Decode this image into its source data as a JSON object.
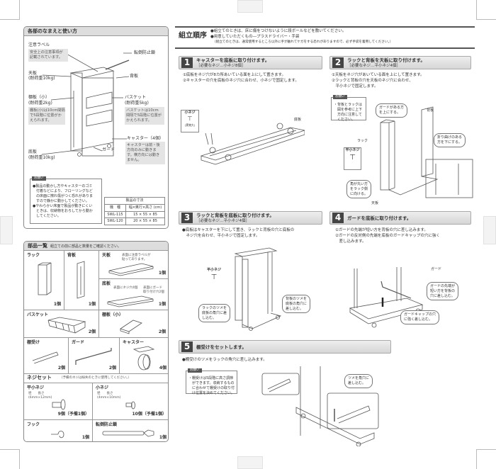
{
  "names_panel": {
    "title": "各部のなまえと使い方",
    "labels": {
      "caution_label": "注意ラベル",
      "caution_note": "安全上の注意事項が\n記載されています。",
      "chain": "転倒防止鎖",
      "top": "天板",
      "top_load": "(耐荷重10kg)",
      "back": "背板",
      "shelf": "棚板（小）",
      "shelf_load": "(耐荷重2kg)",
      "shelf_note": "棚板(小)は10cm間隔\nで5段階に位置がか\nえられます。",
      "basket": "バスケット",
      "basket_load": "(耐荷重5kg)",
      "basket_note": "バスケットは10cm\n間隔で5段階に位置が\nかえられます。",
      "caster": "キャスター（4個）",
      "caster_note": "キャスターは前・後\n方向のみに動きま\nす。横方向には動き\nません。",
      "bottom": "底板",
      "bottom_load": "(耐荷重10kg)",
      "guard": "ガード"
    },
    "notice": {
      "tag": "お願い",
      "items": [
        "●製品の動かし方やキャスターのゴミ\n　付着などにより、フローリングなど\n　の床面に擦れ傷がつく恐れがありま\n　すので静かに動かしてください。",
        "●やわらかい床面で製品が動きにくい\n　ときは、収納物をおろしてから動か\n　してください。"
      ]
    },
    "dimensions": {
      "title": "製品の寸法",
      "headers": [
        "機　種",
        "幅×奥行×高さ (cm)"
      ],
      "rows": [
        [
          "SWL-115",
          "15 × 55 × 85"
        ],
        [
          "SWL-120",
          "20 × 55 × 85"
        ]
      ]
    }
  },
  "parts_panel": {
    "title": "部品一覧",
    "subtitle": "組立ての前に部品と数量をご確認ください。",
    "parts": [
      {
        "name": "ラック",
        "qty": "1個"
      },
      {
        "name": "背板",
        "qty": "1個"
      },
      {
        "name": "天板",
        "qty": "1個",
        "note": "表面に注意ラベルが\n貼ってあります。"
      },
      {
        "name": "底板",
        "qty": "1個",
        "note": "表面にネジ穴4個",
        "note2": "表面にガード\n取り付け穴2個"
      },
      {
        "name": "バスケット",
        "qty": "2個"
      },
      {
        "name": "棚板（小）",
        "qty": "2個"
      },
      {
        "name": "棚受け",
        "qty": "2個"
      },
      {
        "name": "ガード",
        "qty": "2個"
      },
      {
        "name": "キャスター",
        "qty": "4個"
      }
    ],
    "screw_set": {
      "title": "ネジセット",
      "note": "（予備のネジは紛失のときに使用してください。）",
      "items": [
        {
          "name": "平小ネジ",
          "spec": "径　　長さ\n(6mm×12mm)",
          "qty": "9個（予備1個）"
        },
        {
          "name": "小ネジ",
          "spec": "径　　長さ\n(4mm×10mm)",
          "qty": "10個（予備1個）"
        }
      ]
    },
    "extras": [
      {
        "name": "フック",
        "qty": "1個"
      },
      {
        "name": "転倒防止鎖",
        "qty": "1個"
      }
    ]
  },
  "assembly": {
    "title": "組立順序",
    "notes": [
      "●組立てのときは、床に傷をつけないように段ボールなどを敷いてください。",
      "●用意していただくもの―プラスドライバー・手袋",
      "（組立てのときは、通常使用するところ以外に手が触れてケガをする恐れがありますので、必ず手袋を着用してください。）"
    ],
    "steps": [
      {
        "num": "1",
        "title": "キャスターを底板に取り付けます。",
        "sub": "［必要なネジ…小ネジ8個］",
        "text": "①底板をネジ穴が8カ所あいている面を上にして置きます。\n②キャスターの穴を底板のネジ穴に合わせ、小ネジで固定します。",
        "labels": {
          "screw": "小ネジ",
          "actual": "(実物大)",
          "bottom": "底板"
        }
      },
      {
        "num": "2",
        "title": "ラックと背板を天板に取り付けます。",
        "sub": "［必要なネジ…平小ネジ4個］",
        "text": "①天板をネジ穴があいている面を上にして置きます。\n②ラックと背板の穴を天板のネジ穴に合わせ、\n　平小ネジで固定します。",
        "notice_tag": "お願い",
        "notice": "・背板とラックは\n　図を参考に上下\n　方向に注意して\n　ください。",
        "labels": {
          "rack": "ラック",
          "back": "背板",
          "top": "天板",
          "screw": "平小ネジ",
          "b1": "ガードがある方\nを上にする。",
          "b2": "折り曲げのある\n方を下にする。",
          "b3": "角が丸い方\nをラック側\nに向ける。"
        }
      },
      {
        "num": "3",
        "title": "ラックと背板を底板に取り付けます。",
        "sub": "［必要なネジ…平小ネジ4個］",
        "text": "●底板はキャスターを下にして置き、ラックと背板の穴と底板の\n　ネジ穴を合わせ、平小ネジで固定します。",
        "labels": {
          "screw": "平小ネジ",
          "b1": "ラックのツメを\n底板の角穴に差\nし込む。",
          "b2": "背板のツメを\n底板の角穴に\n差し込む。"
        }
      },
      {
        "num": "4",
        "title": "ガードを底板に取り付けます。",
        "sub": "",
        "text": "①ガードの先端が短い方を背板の穴に差し込みます。\n②ガードの反対側の先端を底板のガードキャップの穴に強く\n　差し込みます。",
        "labels": {
          "guard": "ガード",
          "b1": "ガードの先端が\n短い方を背板の\n穴に差し込む。",
          "b2": "ガードキャップの穴\nに強く差し込む。"
        }
      },
      {
        "num": "5",
        "title": "棚受けをセットします。",
        "sub": "",
        "text": "●棚受けのツメをラックの角穴に差し込みます。",
        "notice_tag": "お願い",
        "notice": "・棚受けは5段階に高さ調節\n　ができます。収納するもの\n　に合わせて棚受けの取り付\n　け位置を決めてください。",
        "labels": {
          "b1": "ツメを角穴に\n差し込む。"
        }
      }
    ]
  }
}
